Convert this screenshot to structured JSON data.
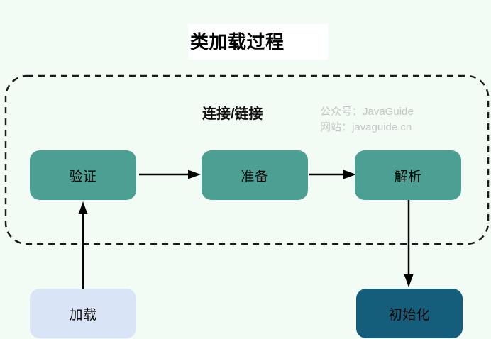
{
  "title": "类加载过程",
  "linking_label": "连接/链接",
  "watermark": {
    "line1": "公众号：JavaGuide",
    "line2": "网站：javaguide.cn"
  },
  "nodes": {
    "load": "加载",
    "verify": "验证",
    "prepare": "准备",
    "resolve": "解析",
    "initialize": "初始化"
  },
  "colors": {
    "background": "#F2FBF4",
    "title_bg": "#FFFFFF",
    "stage_fill": "#4BA093",
    "load_fill": "#DAE4F7",
    "initialize_fill": "#145E7C",
    "watermark_text": "#C3C8C6",
    "arrow": "#000000",
    "dashed_border": "#1A1A1A"
  }
}
